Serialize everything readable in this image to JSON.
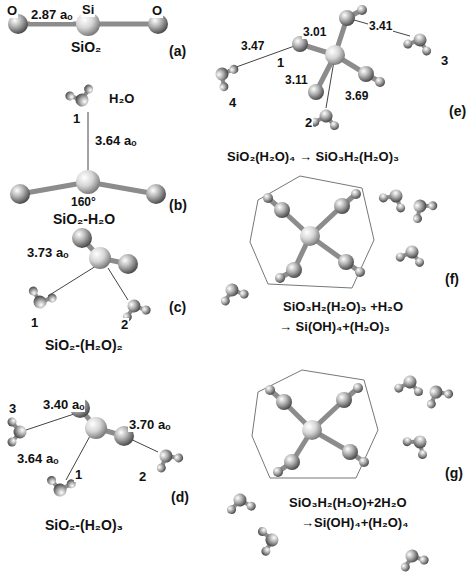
{
  "diagram": {
    "labels": [
      "O",
      "2.87 aₒ",
      "Si",
      "O",
      "SiO₂",
      "(a)",
      "H₂O",
      "1",
      "3.64 aₒ",
      "160°",
      "SiO₂-H₂O",
      "(b)",
      "3.73 aₒ",
      "1",
      "2",
      "SiO₂-(H₂O)₂",
      "(c)",
      "3",
      "3.40 aₒ",
      "3.70 aₒ",
      "3.64 aₒ",
      "1",
      "2",
      "SiO₂-(H₂O)₃",
      "(d)",
      "1",
      "3.01",
      "3.41",
      "3",
      "4",
      "3.47",
      "3.11",
      "3.69",
      "2",
      "(e)",
      "SiO₂(H₂O)₄ → SiO₃H₂(H₂O)₃",
      "(f)",
      "SiO₃H₂(H₂O)₃ +H₂O",
      "→ Si(OH)₄+(H₂O)₃",
      "(g)",
      "SiO₃H₂(H₂O)+2H₂O",
      "→Si(OH)₄+(H₂O)₄"
    ]
  }
}
